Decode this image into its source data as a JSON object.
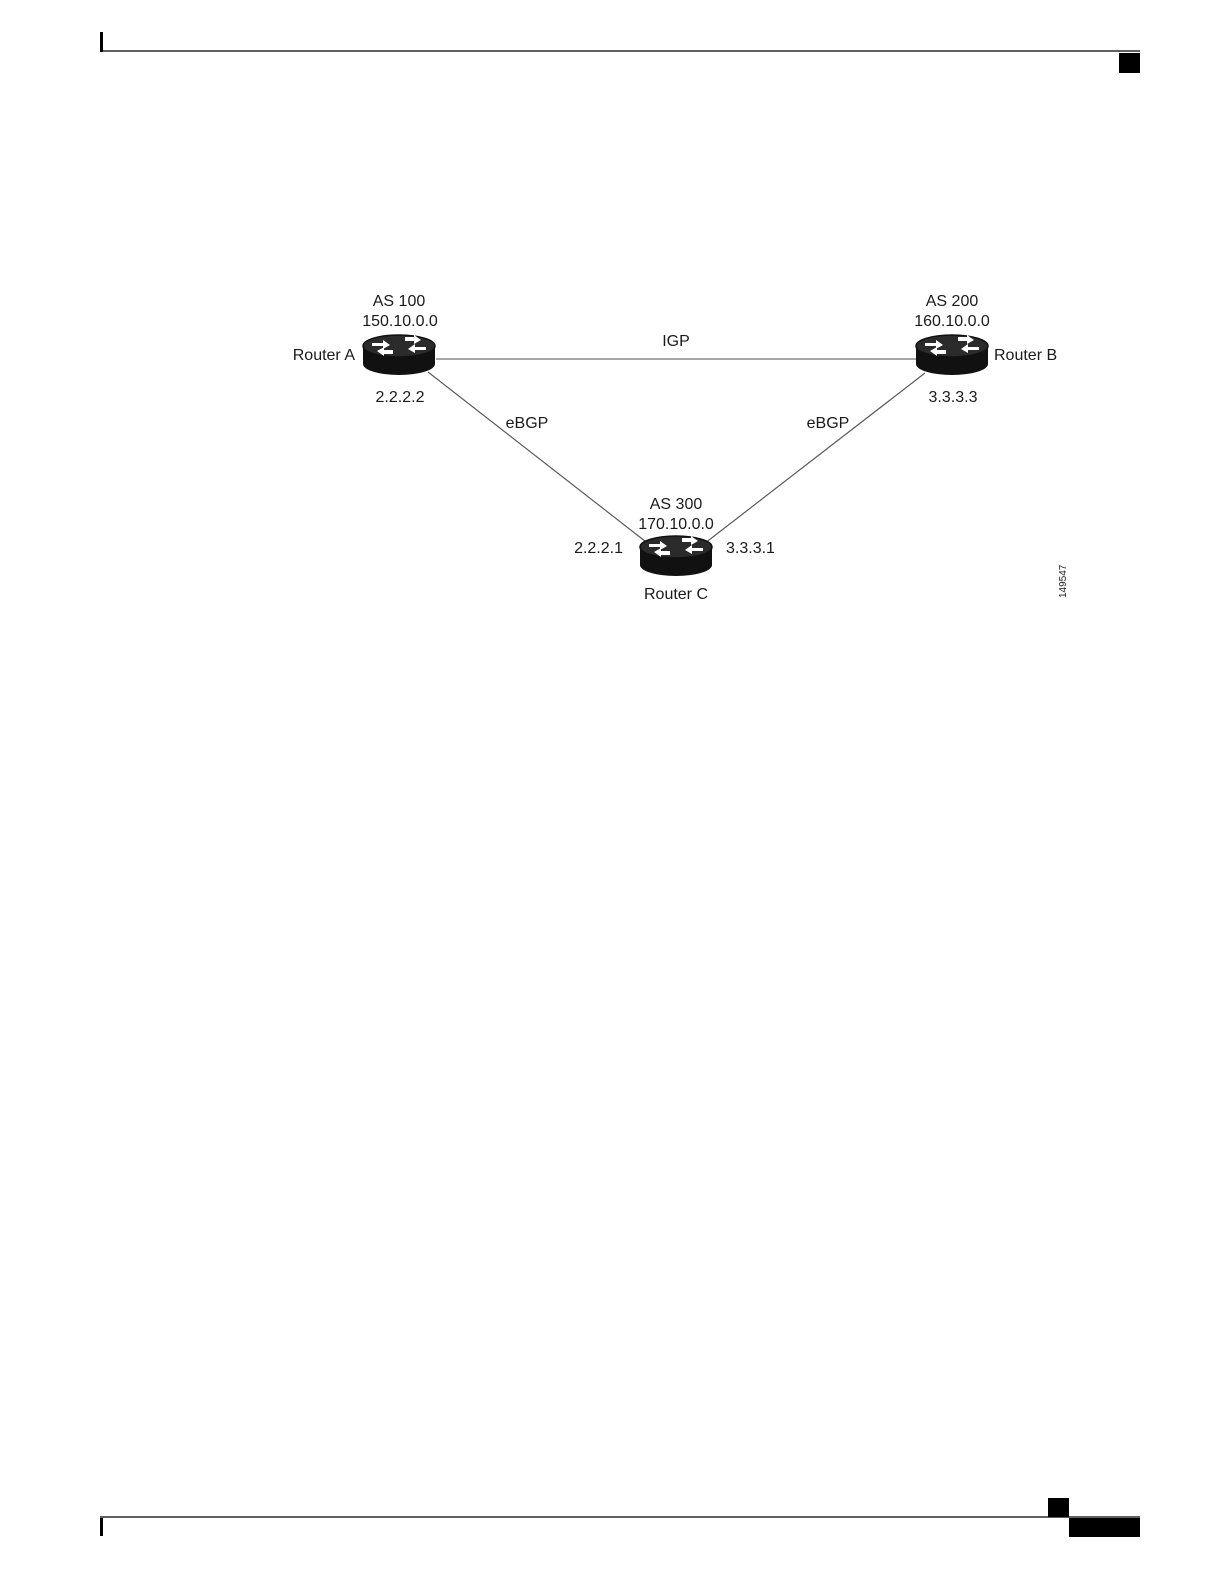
{
  "colors": {
    "link": "#7a7a7a",
    "router_body": "#111111",
    "router_top": "#2b2b2b",
    "router_arrows": "#ffffff",
    "chrome": "#000000"
  },
  "diagram": {
    "routers": [
      {
        "id": "router-a",
        "name": "Router A",
        "as": "AS 100",
        "network": "150.10.0.0"
      },
      {
        "id": "router-b",
        "name": "Router B",
        "as": "AS 200",
        "network": "160.10.0.0"
      },
      {
        "id": "router-c",
        "name": "Router C",
        "as": "AS 300",
        "network": "170.10.0.0"
      }
    ],
    "links": [
      {
        "id": "link-a-b",
        "label": "IGP"
      },
      {
        "id": "link-a-c",
        "label": "eBGP"
      },
      {
        "id": "link-b-c",
        "label": "eBGP"
      }
    ],
    "interfaces": {
      "a_to_c": "2.2.2.2",
      "b_to_c": "3.3.3.3",
      "c_to_a": "2.2.2.1",
      "c_to_b": "3.3.3.1"
    },
    "figure_id": "149547"
  }
}
